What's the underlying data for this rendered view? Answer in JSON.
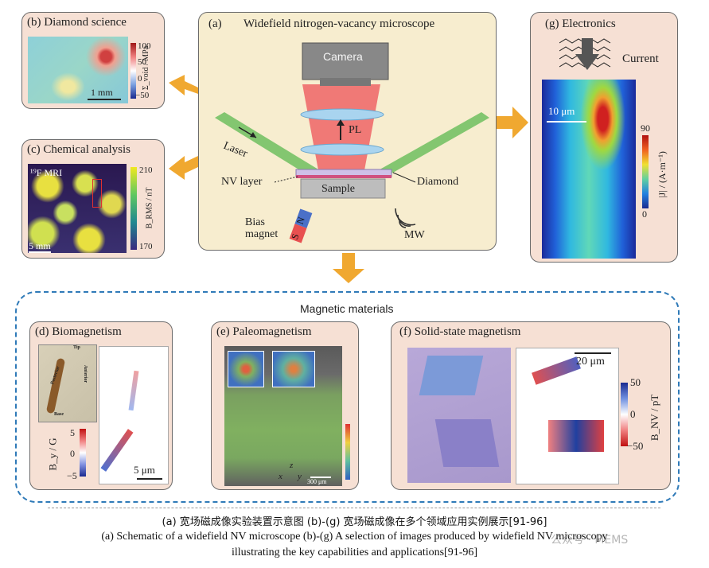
{
  "panel_a": {
    "label": "(a)",
    "title": "Widefield nitrogen-vacancy microscope",
    "camera": "Camera",
    "pl": "PL",
    "laser": "Laser",
    "nv_layer": "NV layer",
    "diamond": "Diamond",
    "sample": "Sample",
    "bias_magnet": "Bias\nmagnet",
    "magnet_n": "N",
    "magnet_s": "S",
    "mw": "MW"
  },
  "panel_b": {
    "title": "(b) Diamond science",
    "scale": "1 mm",
    "colorbar_ticks": [
      "100",
      "50",
      "0",
      "−50"
    ],
    "colorbar_label": "Σ_void / MPa"
  },
  "panel_c": {
    "title": "(c) Chemical analysis",
    "inset": "¹⁹F MRI",
    "scale": "5 mm",
    "colorbar_ticks": [
      "210",
      "170"
    ],
    "colorbar_label": "B_RMS / nT"
  },
  "panel_g": {
    "title": "(g)  Electronics",
    "current": "Current",
    "scale": "10 μm",
    "colorbar_ticks": [
      "90",
      "0"
    ],
    "colorbar_label": "|J| / (A·m⁻¹)"
  },
  "magnetic_materials": {
    "title": "Magnetic materials",
    "panel_d": {
      "title": "(d)  Biomagnetism",
      "inset_words": [
        "Tip",
        "Anterior",
        "Posterior",
        "Base"
      ],
      "scale": "5 μm",
      "colorbar_ticks": [
        "5",
        "0",
        "−5"
      ],
      "colorbar_label": "B_y / G"
    },
    "panel_e": {
      "title": "(e) Paleomagnetism",
      "scale": "300 μm",
      "axes": [
        "x",
        "y",
        "z"
      ]
    },
    "panel_f": {
      "title": "(f)      Solid-state magnetism",
      "scale": "20 μm",
      "colorbar_ticks": [
        "50",
        "0",
        "−50"
      ],
      "colorbar_label": "B_NV / pT"
    }
  },
  "caption": {
    "line1": "(a) 宽场磁成像实验装置示意图  (b)-(g) 宽场磁成像在多个领域应用实例展示[91-96]",
    "line2": "(a) Schematic of a widefield NV microscope  (b)-(g) A selection of images produced by widefield NV microscopy",
    "line3": "illustrating the key capabilities and applications[91-96]"
  },
  "watermark": "公众号 · MEMS",
  "colors": {
    "panel_bg": "#f6e0d4",
    "panel_a_bg": "#f7edcf",
    "arrow": "#f0a830",
    "laser": "#7cc46a",
    "pl_beam": "#ee6b6b",
    "dashed_border": "#2f7ab8"
  }
}
